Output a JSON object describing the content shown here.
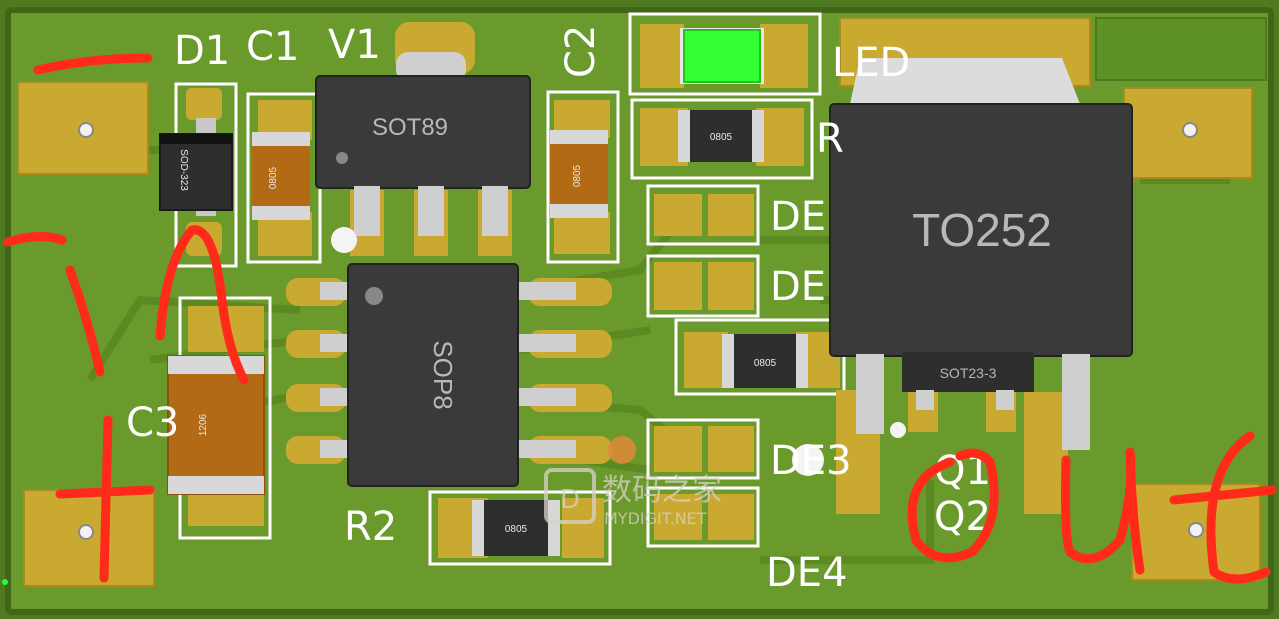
{
  "silkscreen": {
    "d1": "D1",
    "c1": "C1",
    "v1": "V1",
    "c2": "C2",
    "led": "LED",
    "r_partial": "R",
    "de1": "DE",
    "de2": "DE",
    "de3": "DE3",
    "de4": "DE4",
    "c3": "C3",
    "r2": "R2",
    "q1": "Q1",
    "q2": "Q2"
  },
  "packages": {
    "sot89": "SOT89",
    "sop8": "SOP8",
    "to252": "TO252",
    "sod323": "SOD-323",
    "sot23": "SOT23-3",
    "r0805_a": "0805",
    "r0805_b": "0805",
    "r0805_c": "0805",
    "r0805_d": "0805",
    "r0805_e": "0805",
    "c1206": "1206"
  },
  "watermark": {
    "cn": "数码之家",
    "en": "MYDIGIT.NET"
  },
  "colors": {
    "board": "#6a9a2a",
    "pad": "#c8a92e",
    "ink": "#ff2a1a",
    "led": "#33ff33"
  }
}
